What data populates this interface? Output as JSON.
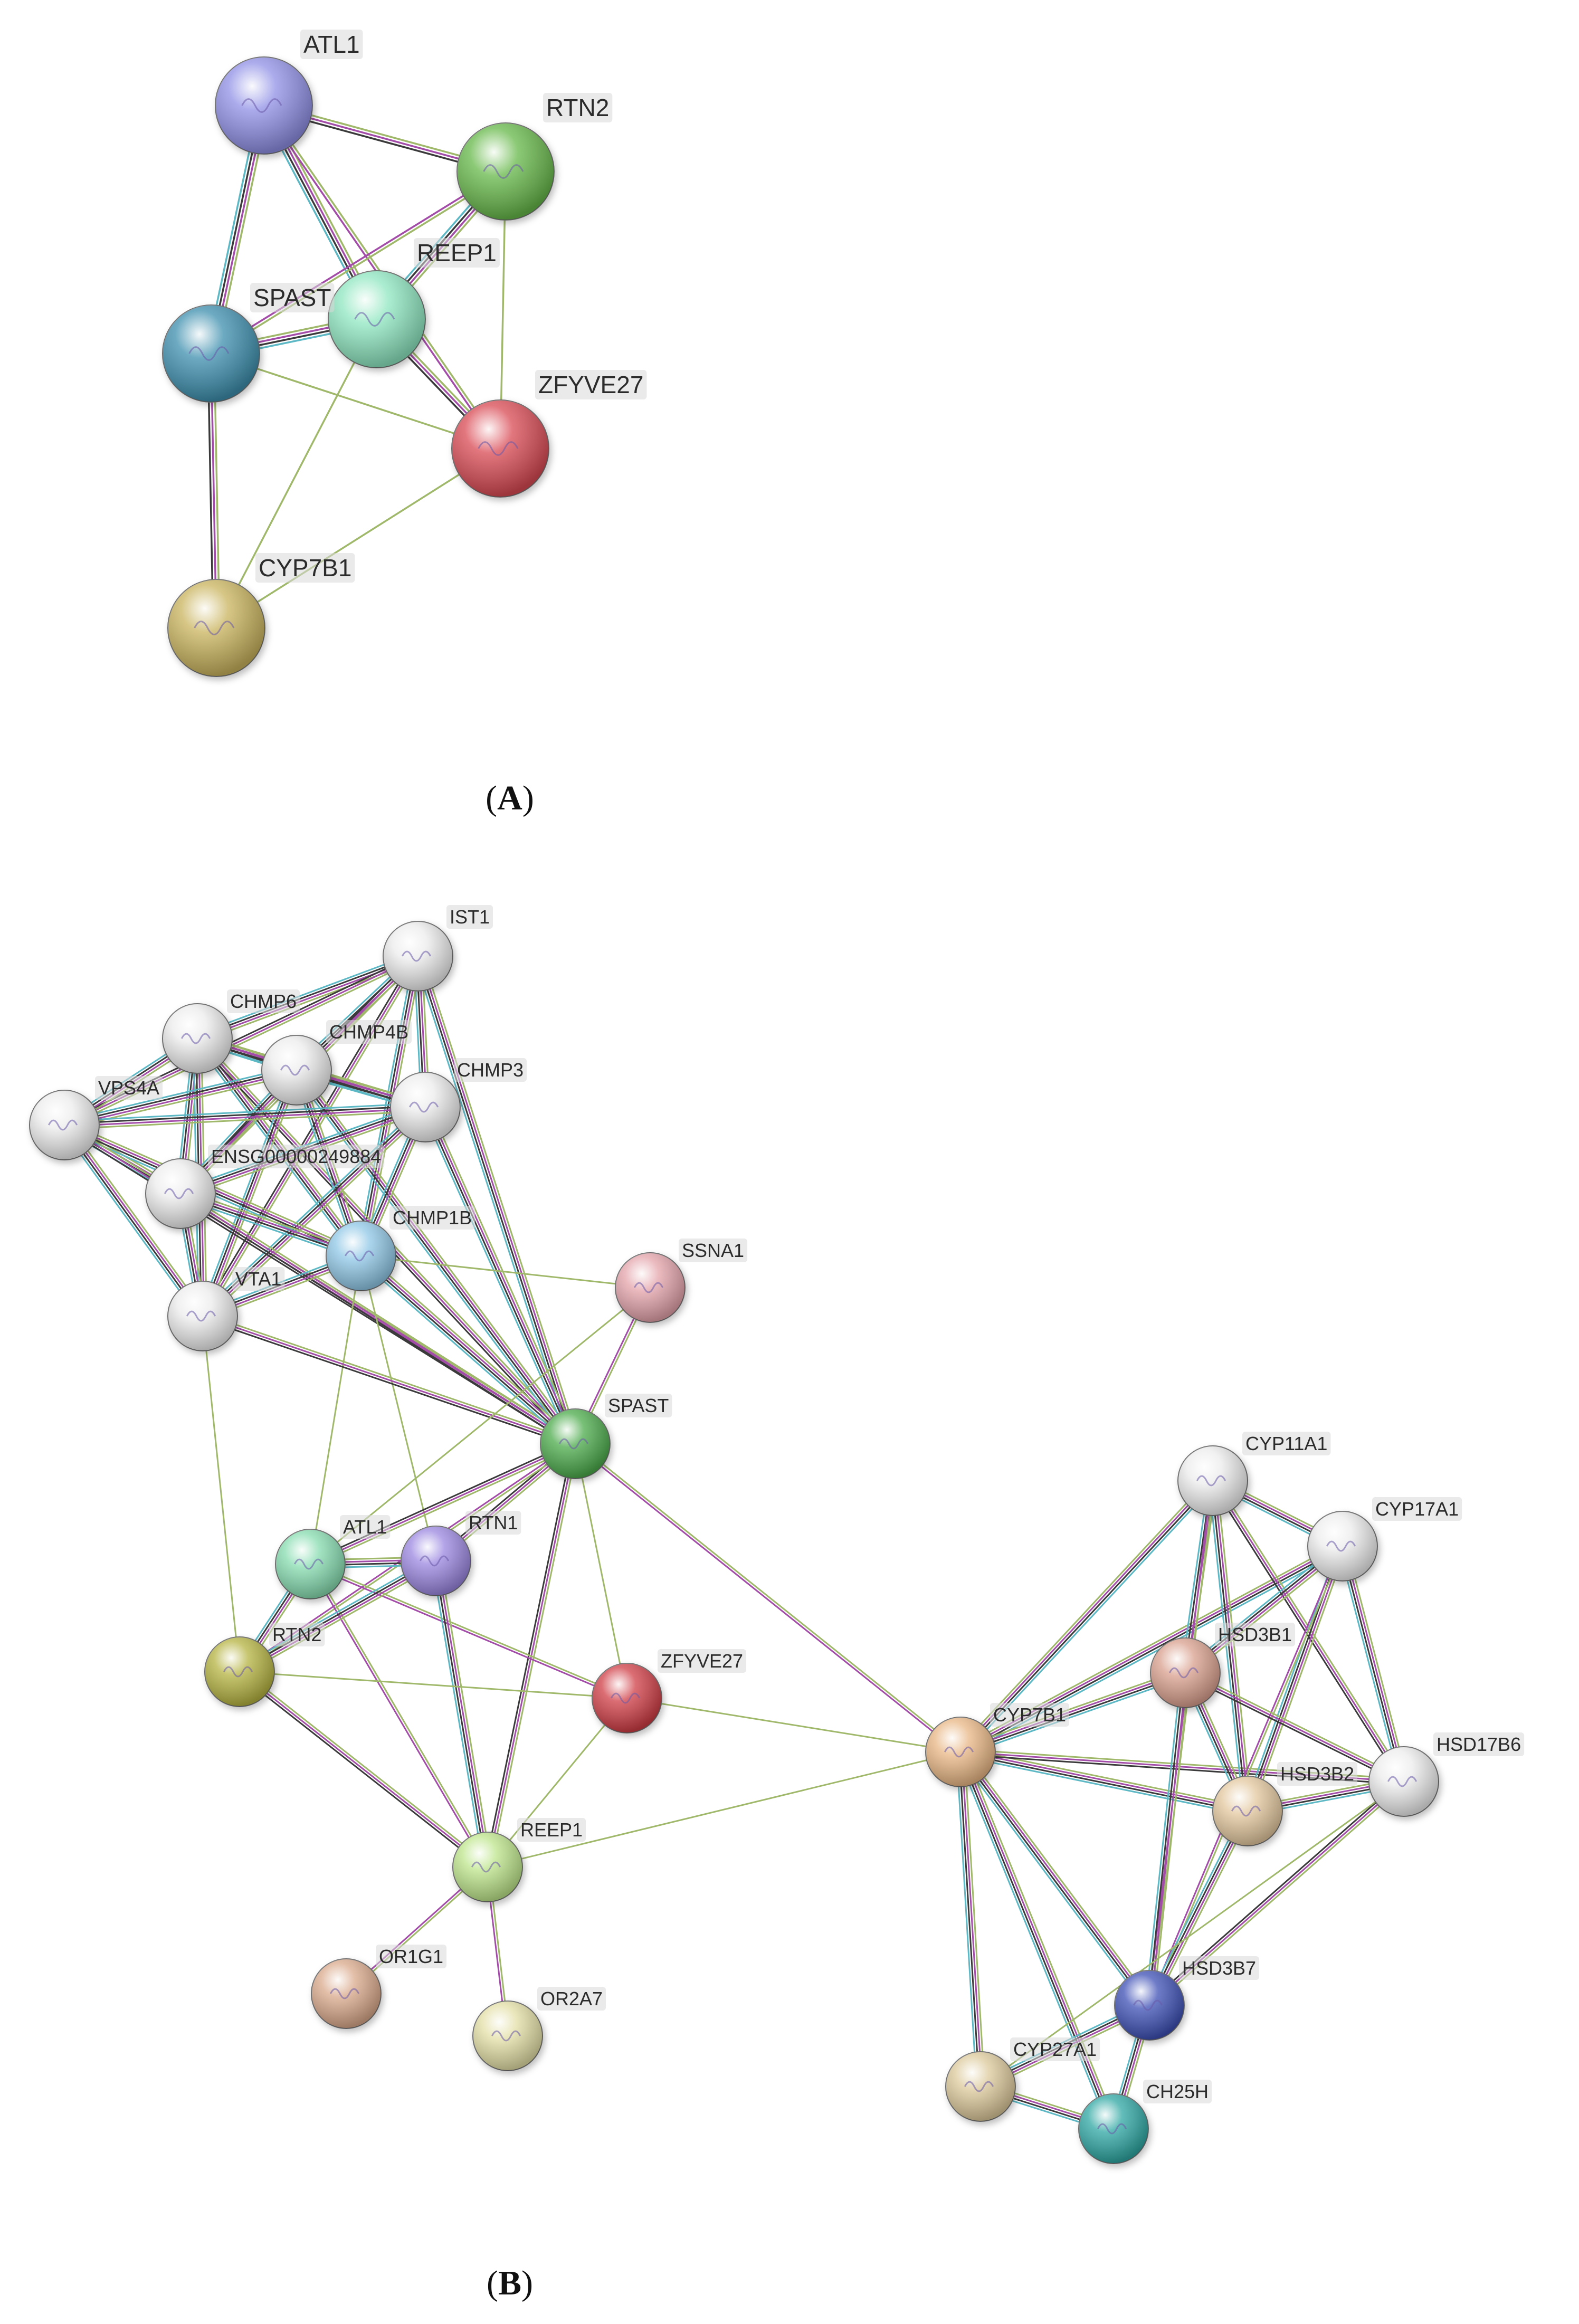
{
  "panels": [
    {
      "id": "A",
      "caption": "A",
      "nodes": [
        {
          "id": "ATL1",
          "label": "ATL1",
          "color": "#8f8fe6"
        },
        {
          "id": "RTN2",
          "label": "RTN2",
          "color": "#66b84a"
        },
        {
          "id": "REEP1",
          "label": "REEP1",
          "color": "#8de6bf"
        },
        {
          "id": "SPAST",
          "label": "SPAST",
          "color": "#3d8fae"
        },
        {
          "id": "ZFYVE27",
          "label": "ZFYVE27",
          "color": "#d94a52"
        },
        {
          "id": "CYP7B1",
          "label": "CYP7B1",
          "color": "#c9b35c"
        }
      ],
      "edges": [
        [
          "ATL1",
          "RTN2",
          3
        ],
        [
          "ATL1",
          "SPAST",
          4
        ],
        [
          "ATL1",
          "REEP1",
          4
        ],
        [
          "ATL1",
          "ZFYVE27",
          2
        ],
        [
          "RTN2",
          "REEP1",
          4
        ],
        [
          "RTN2",
          "SPAST",
          2
        ],
        [
          "RTN2",
          "ZFYVE27",
          1
        ],
        [
          "SPAST",
          "REEP1",
          4
        ],
        [
          "SPAST",
          "ZFYVE27",
          1
        ],
        [
          "SPAST",
          "CYP7B1",
          3
        ],
        [
          "REEP1",
          "ZFYVE27",
          3
        ],
        [
          "REEP1",
          "CYP7B1",
          1
        ],
        [
          "ZFYVE27",
          "CYP7B1",
          1
        ]
      ]
    },
    {
      "id": "B",
      "caption": "B",
      "nodes": [
        {
          "id": "IST1",
          "label": "IST1",
          "color": "#ececec"
        },
        {
          "id": "CHMP6",
          "label": "CHMP6",
          "color": "#ececec"
        },
        {
          "id": "CHMP4B",
          "label": "CHMP4B",
          "color": "#ececec"
        },
        {
          "id": "CHMP3",
          "label": "CHMP3",
          "color": "#ececec"
        },
        {
          "id": "VPS4A",
          "label": "VPS4A",
          "color": "#ececec"
        },
        {
          "id": "ENSG00000249884",
          "label": "ENSG00000249884",
          "color": "#ececec"
        },
        {
          "id": "CHMP1B",
          "label": "CHMP1B",
          "color": "#8fc7e6"
        },
        {
          "id": "VTA1",
          "label": "VTA1",
          "color": "#ececec"
        },
        {
          "id": "SSNA1",
          "label": "SSNA1",
          "color": "#e3a3aa"
        },
        {
          "id": "SPAST",
          "label": "SPAST",
          "color": "#4caa4c"
        },
        {
          "id": "ATL1",
          "label": "ATL1",
          "color": "#86dcb0"
        },
        {
          "id": "RTN1",
          "label": "RTN1",
          "color": "#9a86e0"
        },
        {
          "id": "RTN2",
          "label": "RTN2",
          "color": "#b5b341"
        },
        {
          "id": "ZFYVE27",
          "label": "ZFYVE27",
          "color": "#cf3c44"
        },
        {
          "id": "REEP1",
          "label": "REEP1",
          "color": "#bde58a"
        },
        {
          "id": "OR1G1",
          "label": "OR1G1",
          "color": "#d9a88a"
        },
        {
          "id": "OR2A7",
          "label": "OR2A7",
          "color": "#e3dfa6"
        },
        {
          "id": "CYP7B1",
          "label": "CYP7B1",
          "color": "#e8b684"
        },
        {
          "id": "CYP11A1",
          "label": "CYP11A1",
          "color": "#ececec"
        },
        {
          "id": "CYP17A1",
          "label": "CYP17A1",
          "color": "#ececec"
        },
        {
          "id": "HSD3B1",
          "label": "HSD3B1",
          "color": "#d9a08e"
        },
        {
          "id": "HSD3B2",
          "label": "HSD3B2",
          "color": "#e3c79e"
        },
        {
          "id": "HSD17B6",
          "label": "HSD17B6",
          "color": "#ececec"
        },
        {
          "id": "HSD3B7",
          "label": "HSD3B7",
          "color": "#3e4fb5"
        },
        {
          "id": "CYP27A1",
          "label": "CYP27A1",
          "color": "#dcc99a"
        },
        {
          "id": "CH25H",
          "label": "CH25H",
          "color": "#2fa7a3"
        }
      ],
      "edges": [
        [
          "IST1",
          "CHMP6",
          4
        ],
        [
          "IST1",
          "CHMP4B",
          4
        ],
        [
          "IST1",
          "CHMP3",
          4
        ],
        [
          "IST1",
          "VPS4A",
          3
        ],
        [
          "IST1",
          "ENSG00000249884",
          3
        ],
        [
          "IST1",
          "CHMP1B",
          4
        ],
        [
          "IST1",
          "VTA1",
          3
        ],
        [
          "IST1",
          "SPAST",
          4
        ],
        [
          "CHMP6",
          "CHMP4B",
          4
        ],
        [
          "CHMP6",
          "CHMP3",
          4
        ],
        [
          "CHMP6",
          "VPS4A",
          4
        ],
        [
          "CHMP6",
          "ENSG00000249884",
          4
        ],
        [
          "CHMP6",
          "CHMP1B",
          4
        ],
        [
          "CHMP6",
          "VTA1",
          4
        ],
        [
          "CHMP6",
          "SPAST",
          3
        ],
        [
          "CHMP4B",
          "CHMP3",
          4
        ],
        [
          "CHMP4B",
          "VPS4A",
          4
        ],
        [
          "CHMP4B",
          "ENSG00000249884",
          4
        ],
        [
          "CHMP4B",
          "CHMP1B",
          4
        ],
        [
          "CHMP4B",
          "VTA1",
          4
        ],
        [
          "CHMP4B",
          "SPAST",
          4
        ],
        [
          "CHMP3",
          "VPS4A",
          4
        ],
        [
          "CHMP3",
          "ENSG00000249884",
          4
        ],
        [
          "CHMP3",
          "CHMP1B",
          4
        ],
        [
          "CHMP3",
          "VTA1",
          4
        ],
        [
          "CHMP3",
          "SPAST",
          4
        ],
        [
          "VPS4A",
          "ENSG00000249884",
          4
        ],
        [
          "VPS4A",
          "CHMP1B",
          4
        ],
        [
          "VPS4A",
          "VTA1",
          4
        ],
        [
          "VPS4A",
          "SPAST",
          3
        ],
        [
          "ENSG00000249884",
          "CHMP1B",
          4
        ],
        [
          "ENSG00000249884",
          "VTA1",
          4
        ],
        [
          "ENSG00000249884",
          "SPAST",
          3
        ],
        [
          "CHMP1B",
          "VTA1",
          4
        ],
        [
          "CHMP1B",
          "SPAST",
          4
        ],
        [
          "CHMP1B",
          "SSNA1",
          1
        ],
        [
          "CHMP1B",
          "ATL1",
          1
        ],
        [
          "CHMP1B",
          "RTN1",
          1
        ],
        [
          "VTA1",
          "SPAST",
          3
        ],
        [
          "VTA1",
          "RTN2",
          1
        ],
        [
          "SSNA1",
          "SPAST",
          2
        ],
        [
          "SSNA1",
          "ATL1",
          1
        ],
        [
          "SPAST",
          "ATL1",
          3
        ],
        [
          "SPAST",
          "RTN1",
          3
        ],
        [
          "SPAST",
          "RTN2",
          2
        ],
        [
          "SPAST",
          "ZFYVE27",
          1
        ],
        [
          "SPAST",
          "REEP1",
          3
        ],
        [
          "SPAST",
          "CYP7B1",
          2
        ],
        [
          "ATL1",
          "RTN1",
          4
        ],
        [
          "ATL1",
          "RTN2",
          4
        ],
        [
          "ATL1",
          "REEP1",
          2
        ],
        [
          "ATL1",
          "ZFYVE27",
          2
        ],
        [
          "RTN1",
          "RTN2",
          4
        ],
        [
          "RTN1",
          "REEP1",
          4
        ],
        [
          "RTN2",
          "REEP1",
          3
        ],
        [
          "RTN2",
          "ZFYVE27",
          1
        ],
        [
          "ZFYVE27",
          "REEP1",
          1
        ],
        [
          "ZFYVE27",
          "CYP7B1",
          1
        ],
        [
          "REEP1",
          "CYP7B1",
          1
        ],
        [
          "REEP1",
          "OR1G1",
          2
        ],
        [
          "REEP1",
          "OR2A7",
          2
        ],
        [
          "CYP7B1",
          "CYP11A1",
          4
        ],
        [
          "CYP7B1",
          "CYP17A1",
          4
        ],
        [
          "CYP7B1",
          "HSD3B1",
          4
        ],
        [
          "CYP7B1",
          "HSD3B2",
          4
        ],
        [
          "CYP7B1",
          "HSD17B6",
          3
        ],
        [
          "CYP7B1",
          "HSD3B7",
          4
        ],
        [
          "CYP7B1",
          "CYP27A1",
          4
        ],
        [
          "CYP7B1",
          "CH25H",
          4
        ],
        [
          "CYP11A1",
          "CYP17A1",
          4
        ],
        [
          "CYP11A1",
          "HSD3B1",
          4
        ],
        [
          "CYP11A1",
          "HSD3B2",
          4
        ],
        [
          "CYP11A1",
          "HSD17B6",
          3
        ],
        [
          "CYP11A1",
          "HSD3B7",
          2
        ],
        [
          "CYP17A1",
          "HSD3B1",
          4
        ],
        [
          "CYP17A1",
          "HSD3B2",
          4
        ],
        [
          "CYP17A1",
          "HSD17B6",
          4
        ],
        [
          "CYP17A1",
          "HSD3B7",
          2
        ],
        [
          "HSD3B1",
          "HSD3B2",
          4
        ],
        [
          "HSD3B1",
          "HSD17B6",
          3
        ],
        [
          "HSD3B1",
          "HSD3B7",
          4
        ],
        [
          "HSD3B2",
          "HSD17B6",
          4
        ],
        [
          "HSD3B2",
          "HSD3B7",
          4
        ],
        [
          "HSD17B6",
          "HSD3B7",
          3
        ],
        [
          "HSD17B6",
          "CYP27A1",
          1
        ],
        [
          "HSD3B7",
          "CYP27A1",
          4
        ],
        [
          "HSD3B7",
          "CH25H",
          4
        ],
        [
          "CYP27A1",
          "CH25H",
          4
        ]
      ]
    }
  ]
}
